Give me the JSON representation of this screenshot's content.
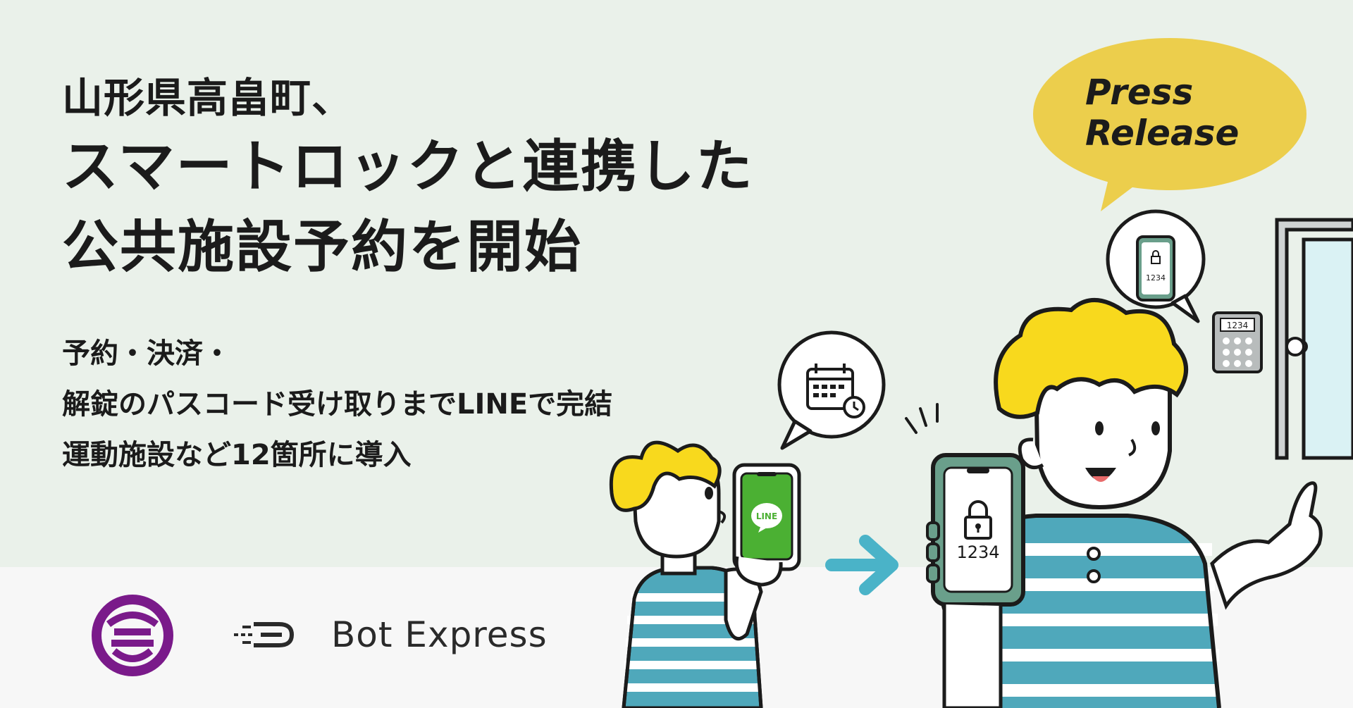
{
  "headline": {
    "line1": "山形県高畠町、",
    "line2": "スマートロックと連携した",
    "line3": "公共施設予約を開始"
  },
  "subtitle": {
    "line1": "予約・決済・",
    "line2": "解錠のパスコード受け取りまでLINEで完結",
    "line3": "運動施設など12箇所に導入"
  },
  "press_badge": {
    "line1": "Press",
    "line2": "Release"
  },
  "company": {
    "name": "Bot Express"
  },
  "phone_app_label": "LINE",
  "passcode": {
    "phone": "1234",
    "keypad": "1234",
    "bubble": "1234"
  },
  "icons": {
    "calendar": "calendar-clock-icon",
    "lock": "padlock-icon",
    "arrow": "arrow-right-icon",
    "town_emblem": "takahata-town-emblem",
    "brand_mark": "bot-express-logo"
  },
  "colors": {
    "background": "#eaf1ea",
    "badge_yellow": "#ecce4c",
    "arrow_teal": "#4ab3c8",
    "stripe_teal": "#4fa8bb",
    "hair_yellow": "#f8d91d",
    "line_green": "#4bb033",
    "phone_frame_green": "#6a9f8b",
    "emblem_purple": "#7a1a8a"
  }
}
